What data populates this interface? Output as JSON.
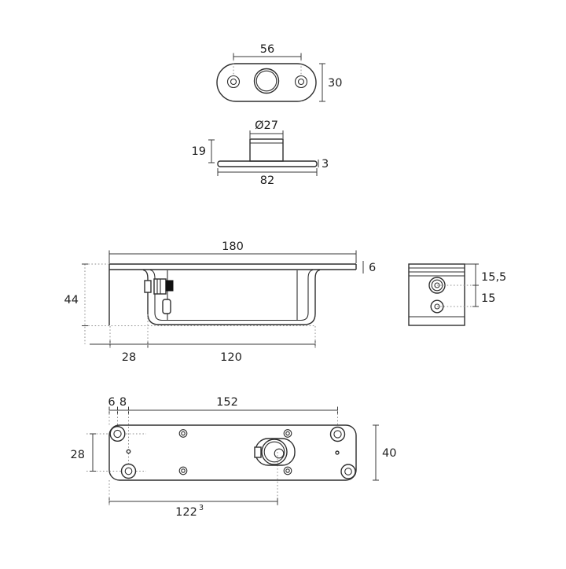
{
  "colors": {
    "line": "#2e2e2e",
    "dotted": "#8f8f8f",
    "filled_valve": "#111111",
    "background": "#ffffff"
  },
  "views": {
    "cover_front": {
      "hole_spacing": "56",
      "height": "30"
    },
    "cover_side": {
      "boss_diameter": "Ø27",
      "boss_height": "19",
      "plate_thickness": "3",
      "width": "82"
    },
    "body_side": {
      "length": "180",
      "plate_thickness": "6",
      "height": "44",
      "end_offset": "28",
      "channel_length": "120"
    },
    "body_end": {
      "plate_to_spindle": "15,5",
      "spindle_spacing": "15"
    },
    "body_plan": {
      "edge_to_hole": "6",
      "hole_row_offset": "8",
      "hole_spacing": "152",
      "hole_column_spacing": "28",
      "width": "40",
      "edge_to_spindle": "122",
      "tolerance": "3"
    }
  }
}
